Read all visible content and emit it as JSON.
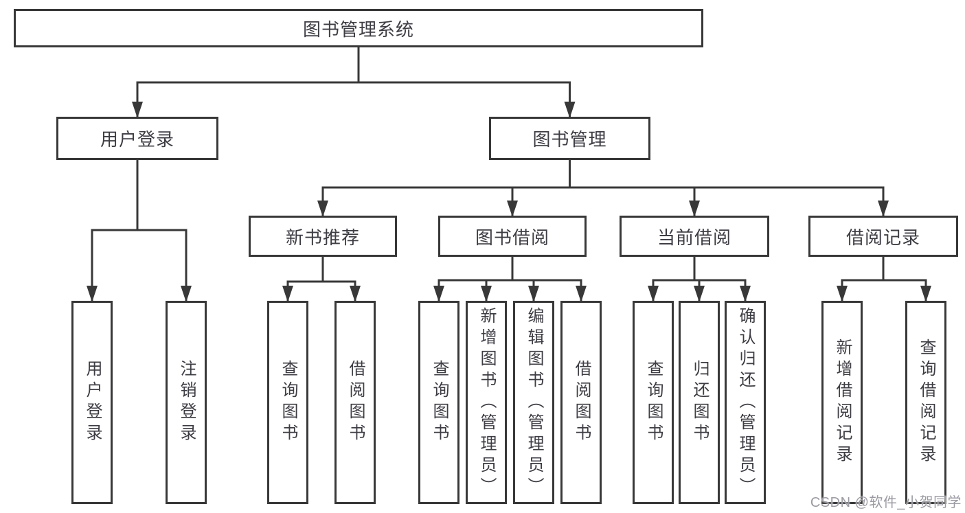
{
  "diagram": {
    "title": "图书管理系统",
    "nodes": [
      {
        "id": "root",
        "label": "图书管理系统",
        "parent": null,
        "orientation": "horizontal"
      },
      {
        "id": "login",
        "label": "用户登录",
        "parent": "root",
        "orientation": "horizontal"
      },
      {
        "id": "mgmt",
        "label": "图书管理",
        "parent": "root",
        "orientation": "horizontal"
      },
      {
        "id": "rec",
        "label": "新书推荐",
        "parent": "mgmt",
        "orientation": "horizontal"
      },
      {
        "id": "borrow",
        "label": "图书借阅",
        "parent": "mgmt",
        "orientation": "horizontal"
      },
      {
        "id": "current",
        "label": "当前借阅",
        "parent": "mgmt",
        "orientation": "horizontal"
      },
      {
        "id": "records",
        "label": "借阅记录",
        "parent": "mgmt",
        "orientation": "horizontal"
      },
      {
        "id": "login-user",
        "label": "用户登录",
        "parent": "login",
        "orientation": "vertical"
      },
      {
        "id": "login-logout",
        "label": "注销登录",
        "parent": "login",
        "orientation": "vertical"
      },
      {
        "id": "rec-query",
        "label": "查询图书",
        "parent": "rec",
        "orientation": "vertical"
      },
      {
        "id": "rec-borrow",
        "label": "借阅图书",
        "parent": "rec",
        "orientation": "vertical"
      },
      {
        "id": "borrow-query",
        "label": "查询图书",
        "parent": "borrow",
        "orientation": "vertical"
      },
      {
        "id": "borrow-add",
        "label": "新增图书（管理员）",
        "parent": "borrow",
        "orientation": "vertical"
      },
      {
        "id": "borrow-edit",
        "label": "编辑图书（管理员）",
        "parent": "borrow",
        "orientation": "vertical"
      },
      {
        "id": "borrow-borrow",
        "label": "借阅图书",
        "parent": "borrow",
        "orientation": "vertical"
      },
      {
        "id": "cur-query",
        "label": "查询图书",
        "parent": "current",
        "orientation": "vertical"
      },
      {
        "id": "cur-return",
        "label": "归还图书",
        "parent": "current",
        "orientation": "vertical"
      },
      {
        "id": "cur-confirm",
        "label": "确认归还（管理员）",
        "parent": "current",
        "orientation": "vertical"
      },
      {
        "id": "rec2-add",
        "label": "新增借阅记录",
        "parent": "records",
        "orientation": "vertical"
      },
      {
        "id": "rec2-query",
        "label": "查询借阅记录",
        "parent": "records",
        "orientation": "vertical"
      }
    ],
    "colors": {
      "line": "#383838",
      "box_border": "#383838",
      "text": "#3d3d44",
      "background": "#ffffff",
      "watermark": "#9b9ba3"
    }
  },
  "watermark": {
    "text": "CSDN @软件_小贺同学"
  }
}
